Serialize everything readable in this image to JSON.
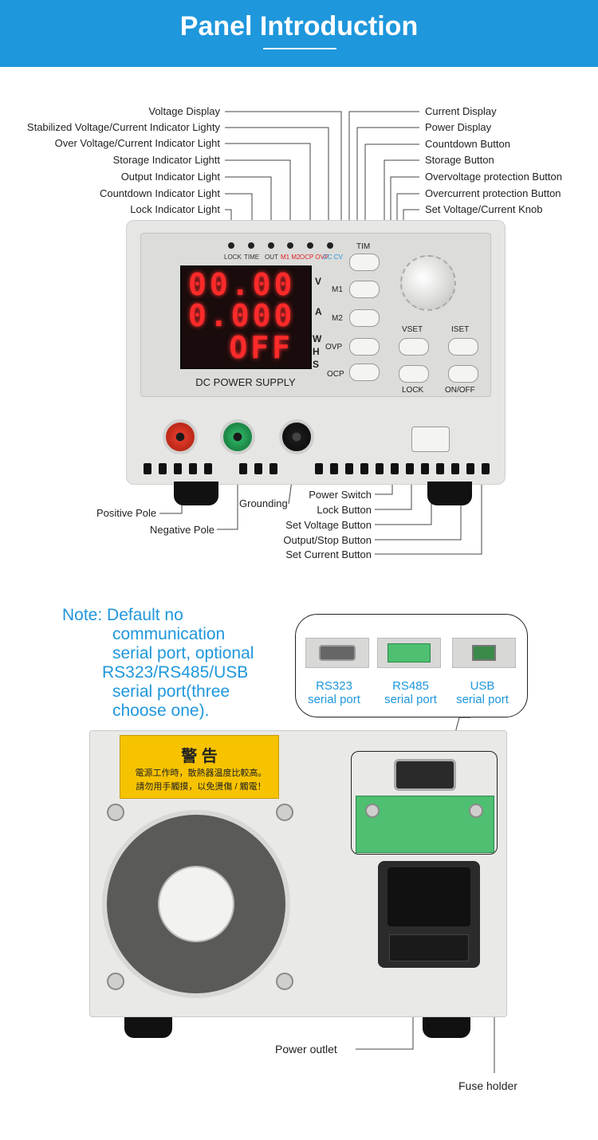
{
  "header": {
    "title": "Panel Introduction"
  },
  "front_labels_left": [
    "Voltage Display",
    "Stabilized Voltage/Current Indicator Lighty",
    "Over Voltage/Current Indicator Light",
    "Storage Indicator Lightt",
    "Output Indicator Light",
    "Countdown Indicator Light",
    "Lock Indicator Light"
  ],
  "front_labels_right": [
    "Current Display",
    "Power Display",
    "Countdown Button",
    "Storage Button",
    "Overvoltage protection Button",
    "Overcurrent protection Button",
    "Set Voltage/Current Knob"
  ],
  "bottom_labels_left": {
    "positive": "Positive Pole",
    "negative": "Negative Pole",
    "grounding": "Grounding"
  },
  "bottom_labels_right": [
    "Power Switch",
    "Lock Button",
    "Set Voltage Button",
    "Output/Stop Button",
    "Set Current Button"
  ],
  "panel": {
    "indicators": [
      "LOCK",
      "TIME",
      "OUT",
      "M1 M2",
      "OCP OVP",
      "CC CV"
    ],
    "display_rows": [
      "00.00",
      "0.000",
      "OFF"
    ],
    "units": [
      "V",
      "A",
      "W",
      "H",
      "S"
    ],
    "buttons": {
      "tim": "TIM",
      "m1": "M1",
      "m2": "M2",
      "ovp": "OVP",
      "ocp": "OCP",
      "vset": "VSET",
      "iset": "ISET",
      "lock": "LOCK",
      "onoff": "ON/OFF"
    },
    "device_label": "DC POWER SUPPLY"
  },
  "note": {
    "prefix": "Note:",
    "line1": "Default no",
    "rest": [
      "communication",
      "serial port, optional",
      "RS323/RS485/USB",
      "serial port(three",
      "choose one)."
    ]
  },
  "ports": [
    {
      "name": "RS323",
      "sub": "serial port"
    },
    {
      "name": "RS485",
      "sub": "serial port"
    },
    {
      "name": "USB",
      "sub": "serial port"
    }
  ],
  "warning": {
    "title": "警 告",
    "line1": "電源工作時，散熱器温度比較高。",
    "line2": "請勿用手觸摸，以免燙傷 / 觸電！"
  },
  "rear_labels": {
    "power_outlet": "Power outlet",
    "fuse_holder": "Fuse holder"
  }
}
